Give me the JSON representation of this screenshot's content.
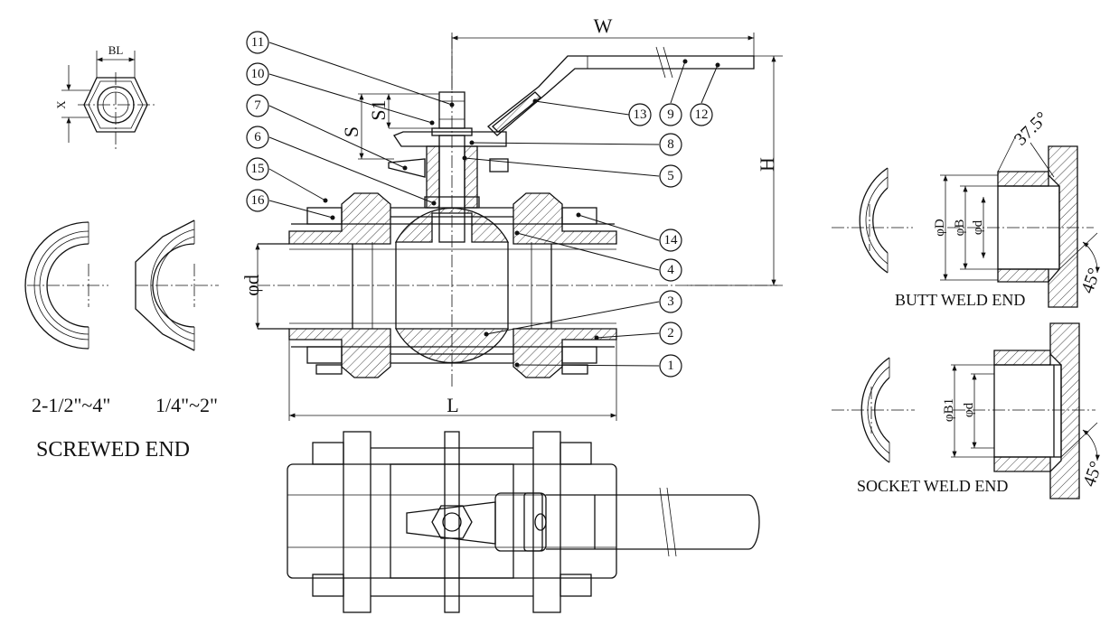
{
  "labels": {
    "screwed_sizes_large": "2-1/2\"~4\"",
    "screwed_sizes_small": "1/4\"~2\"",
    "screwed_end": "SCREWED END",
    "butt_weld_end": "BUTT WELD END",
    "socket_weld_end": "SOCKET WELD END"
  },
  "dimensions": {
    "bl": "BL",
    "x": "X",
    "w": "W",
    "h": "H",
    "l": "L",
    "s": "S",
    "s1": "S1",
    "phi_d": "φd",
    "butt_phi_d_outer": "φD",
    "butt_phi_b": "φB",
    "butt_phi_d": "φd",
    "butt_angle_top": "37.5°",
    "butt_angle_bottom": "45°",
    "socket_phi_b1": "φB1",
    "socket_phi_d": "φd",
    "socket_angle": "45°"
  },
  "callouts": [
    "1",
    "2",
    "3",
    "4",
    "5",
    "6",
    "7",
    "8",
    "9",
    "10",
    "11",
    "12",
    "13",
    "14",
    "15",
    "16"
  ]
}
